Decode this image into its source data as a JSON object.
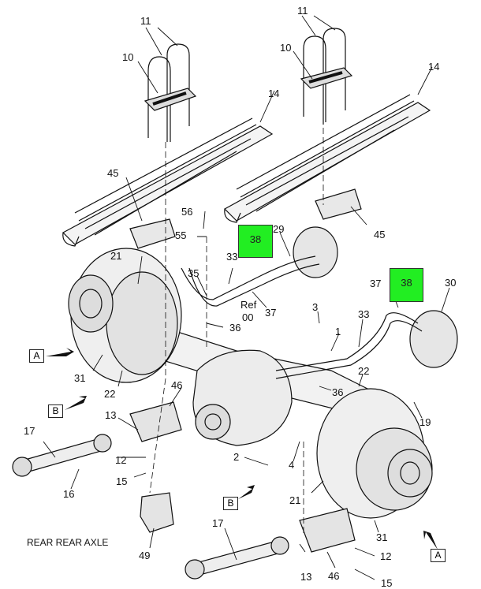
{
  "caption": "REAR REAR AXLE",
  "highlight_color": "#22ee22",
  "labels": {
    "l11a": "11",
    "l10a": "10",
    "l14a": "14",
    "l11b": "11",
    "l10b": "10",
    "l14b": "14",
    "l45a": "45",
    "l45b": "45",
    "l56": "56",
    "l55": "55",
    "l29": "29",
    "l21a": "21",
    "l35": "35",
    "l33a": "33",
    "ref": "Ref",
    "ref00": "00",
    "l37a": "37",
    "l36a": "36",
    "l37b": "37",
    "l30": "30",
    "l3": "3",
    "l1": "1",
    "l33b": "33",
    "l22a": "22",
    "l22b": "22",
    "l36b": "36",
    "l31a": "31",
    "l46a": "46",
    "l13a": "13",
    "l17a": "17",
    "l12a": "12",
    "l15a": "15",
    "l16": "16",
    "l2": "2",
    "l4": "4",
    "l19": "19",
    "l21b": "21",
    "l31b": "31",
    "l17b": "17",
    "l49": "49",
    "l13b": "13",
    "l46b": "46",
    "l12b": "12",
    "l15b": "15"
  },
  "highlights": {
    "h38a": "38",
    "h38b": "38"
  },
  "refboxes": {
    "A1": "A",
    "B1": "B",
    "B2": "B",
    "A2": "A"
  }
}
